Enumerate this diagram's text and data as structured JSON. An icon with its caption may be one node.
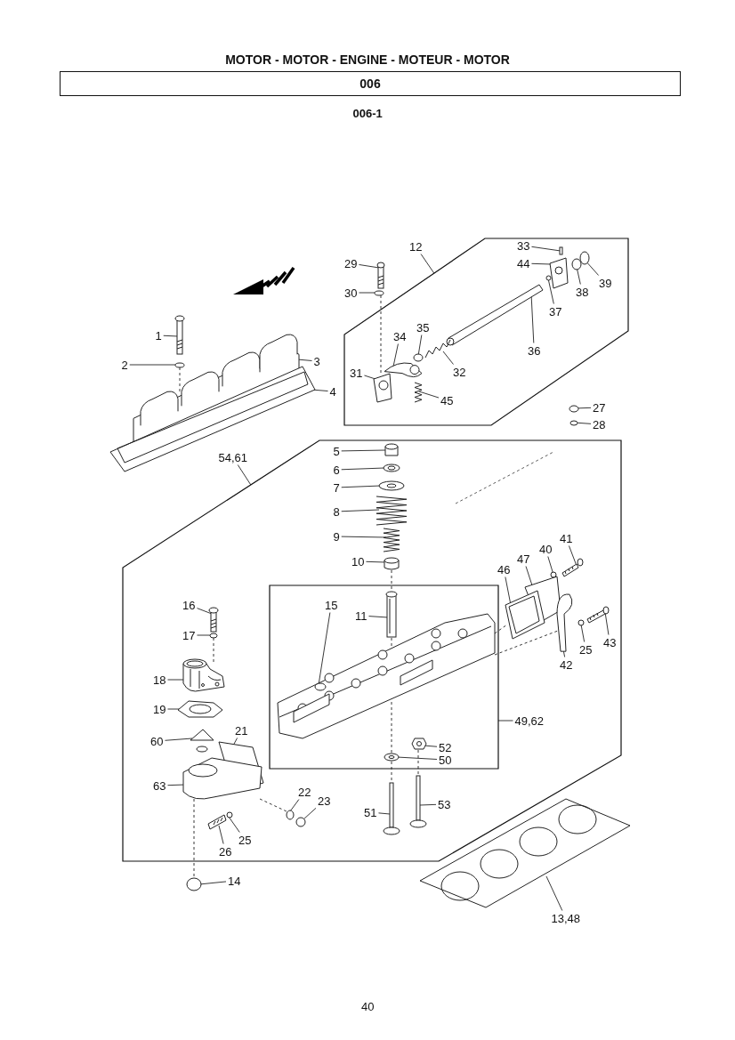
{
  "diagram": {
    "title": "MOTOR - MOTOR - ENGINE - MOTEUR - MOTOR",
    "nodes": [
      {
        "text": [
          "006"
        ]
      },
      {
        "text": [],
        "shape": "box"
      },
      {
        "text": [],
        "shape": "box"
      },
      {
        "text": [],
        "shape": "box",
        "in": 2
      },
      {
        "text": [
          "33"
        ],
        "in": 1
      },
      {
        "text": [
          "12"
        ]
      },
      {
        "text": [
          "29"
        ]
      },
      {
        "text": [
          "44"
        ],
        "in": 1
      },
      {
        "text": [
          "39"
        ],
        "in": 1
      },
      {
        "text": [
          "30"
        ]
      },
      {
        "text": [
          "38"
        ],
        "in": 1
      },
      {
        "text": [
          "37"
        ],
        "in": 1
      },
      {
        "text": [
          "36"
        ],
        "in": 1
      },
      {
        "text": [
          "35"
        ],
        "in": 1
      },
      {
        "text": [
          "1"
        ]
      },
      {
        "text": [
          "34"
        ],
        "in": 1
      },
      {
        "text": [
          "32"
        ],
        "in": 1
      },
      {
        "text": [
          "2"
        ]
      },
      {
        "text": [
          "3"
        ]
      },
      {
        "text": [
          "31"
        ],
        "in": 1
      },
      {
        "text": [
          "4"
        ]
      },
      {
        "text": [
          "45"
        ],
        "in": 1
      },
      {
        "text": [
          "27"
        ]
      },
      {
        "text": [
          "28"
        ]
      },
      {
        "text": [
          "5"
        ],
        "in": 2
      },
      {
        "text": [
          "54,61"
        ]
      },
      {
        "text": [
          "6"
        ],
        "in": 2
      },
      {
        "text": [
          "7"
        ],
        "in": 2
      },
      {
        "text": [
          "8"
        ],
        "in": 2
      },
      {
        "text": [
          "9"
        ],
        "in": 2
      },
      {
        "text": [
          "41"
        ],
        "in": 2
      },
      {
        "text": [
          "10"
        ],
        "in": 2
      },
      {
        "text": [
          "40"
        ],
        "in": 2
      },
      {
        "text": [
          "47"
        ],
        "in": 2
      },
      {
        "text": [
          "46"
        ],
        "in": 2
      },
      {
        "text": [
          "16"
        ],
        "in": 2
      },
      {
        "text": [
          "11"
        ],
        "in": 3
      },
      {
        "text": [
          "17"
        ],
        "in": 2
      },
      {
        "text": [
          "15"
        ],
        "in": 3
      },
      {
        "text": [
          "43"
        ],
        "in": 2
      },
      {
        "text": [
          "25"
        ],
        "in": 2
      },
      {
        "text": [
          "42"
        ],
        "in": 2
      },
      {
        "text": [
          "18"
        ],
        "in": 2
      },
      {
        "text": [
          "19"
        ],
        "in": 2
      },
      {
        "text": [
          "49,62"
        ],
        "in": 2
      },
      {
        "text": [
          "21"
        ],
        "in": 2
      },
      {
        "text": [
          "52"
        ],
        "in": 3
      },
      {
        "text": [
          "60"
        ],
        "in": 2
      },
      {
        "text": [
          "50"
        ],
        "in": 3
      },
      {
        "text": [
          "63"
        ],
        "in": 2
      },
      {
        "text": [
          "22"
        ],
        "in": 2
      },
      {
        "text": [
          "23"
        ],
        "in": 2
      },
      {
        "text": [
          "53"
        ],
        "in": 2
      },
      {
        "text": [
          "51"
        ],
        "in": 2
      },
      {
        "text": [
          "25"
        ],
        "in": 2
      },
      {
        "text": [
          "26"
        ],
        "in": 2
      },
      {
        "text": [
          "14"
        ]
      },
      {
        "text": [
          "13,48"
        ]
      },
      {
        "text": [],
        "shape": "picture"
      },
      {
        "text": [],
        "shape": "circle"
      },
      {
        "text": [],
        "shape": "picture"
      },
      {
        "text": [],
        "shape": "picture"
      },
      {
        "text": [],
        "shape": "picture"
      },
      {
        "text": [],
        "shape": "circle"
      },
      {
        "text": [],
        "shape": "box",
        "in": 1
      },
      {
        "text": [],
        "shape": "picture",
        "in": 1
      },
      {
        "text": [],
        "shape": "circle",
        "in": 1
      },
      {
        "text": [],
        "shape": "circle",
        "in": 1
      },
      {
        "text": [],
        "shape": "circle",
        "in": 1
      },
      {
        "text": [],
        "shape": "picture",
        "in": 1
      },
      {
        "text": [],
        "shape": "circle",
        "in": 1
      },
      {
        "text": [],
        "shape": "picture",
        "in": 1
      },
      {
        "text": [],
        "shape": "picture",
        "in": 1
      },
      {
        "text": [],
        "shape": "picture",
        "in": 1
      },
      {
        "text": [],
        "shape": "picture",
        "in": 1
      },
      {
        "text": [],
        "shape": "circle"
      },
      {
        "text": [],
        "shape": "circle"
      },
      {
        "text": [],
        "shape": "picture",
        "in": 2
      },
      {
        "text": [],
        "shape": "picture",
        "in": 2
      },
      {
        "text": [],
        "shape": "picture",
        "in": 2
      },
      {
        "text": [],
        "shape": "picture",
        "in": 2
      },
      {
        "text": [],
        "shape": "picture",
        "in": 2
      },
      {
        "text": [],
        "shape": "picture",
        "in": 2
      },
      {
        "text": [],
        "shape": "picture",
        "in": 2
      },
      {
        "text": [],
        "shape": "circle",
        "in": 2
      },
      {
        "text": [],
        "shape": "picture",
        "in": 2
      },
      {
        "text": [],
        "shape": "picture",
        "in": 2
      },
      {
        "text": [],
        "shape": "picture",
        "in": 2
      },
      {
        "text": [],
        "shape": "picture",
        "in": 3
      },
      {
        "text": [],
        "shape": "circle",
        "in": 2
      },
      {
        "text": [],
        "shape": "picture",
        "in": 3
      },
      {
        "text": [],
        "shape": "circle",
        "in": 90
      },
      {
        "text": [],
        "shape": "picture",
        "in": 2
      },
      {
        "text": [],
        "shape": "circle",
        "in": 2
      },
      {
        "text": [],
        "shape": "picture",
        "in": 2
      },
      {
        "text": [],
        "shape": "picture",
        "in": 2
      },
      {
        "text": [],
        "shape": "picture",
        "in": 2
      },
      {
        "text": [],
        "shape": "picture",
        "in": 2
      },
      {
        "text": [],
        "shape": "picture",
        "in": 3
      },
      {
        "text": [],
        "shape": "picture",
        "in": 2
      },
      {
        "text": [],
        "shape": "picture",
        "in": 3
      },
      {
        "text": [],
        "shape": "picture",
        "in": 2
      },
      {
        "text": [],
        "shape": "circle",
        "in": 2
      },
      {
        "text": [],
        "shape": "circle",
        "in": 2
      },
      {
        "text": [],
        "shape": "picture",
        "in": 2
      },
      {
        "text": [],
        "shape": "picture",
        "in": 2
      },
      {
        "text": [],
        "shape": "circle",
        "in": 2
      },
      {
        "text": [],
        "shape": "picture",
        "in": 2
      },
      {
        "text": [],
        "shape": "circle"
      },
      {
        "text": [],
        "shape": "picture"
      }
    ],
    "edges": [
      {
        "from": 4,
        "to": 64,
        "arrow": "none"
      },
      {
        "from": 5,
        "to": 1,
        "arrow": "none"
      },
      {
        "from": 6,
        "to": 62,
        "arrow": "none"
      },
      {
        "from": 7,
        "to": 65,
        "arrow": "none"
      },
      {
        "from": 8,
        "to": 66,
        "arrow": "none"
      },
      {
        "from": 9,
        "to": 63,
        "arrow": "none"
      },
      {
        "from": 10,
        "to": 67,
        "arrow": "none"
      },
      {
        "from": 11,
        "to": 68,
        "arrow": "none"
      },
      {
        "from": 12,
        "to": 69,
        "arrow": "none"
      },
      {
        "from": 13,
        "to": 70,
        "arrow": "none"
      },
      {
        "from": 14,
        "to": 58,
        "arrow": "none"
      },
      {
        "from": 15,
        "to": 71,
        "arrow": "none"
      },
      {
        "from": 16,
        "to": 72,
        "arrow": "none"
      },
      {
        "from": 17,
        "to": 59,
        "arrow": "none"
      },
      {
        "from": 18,
        "to": 60,
        "arrow": "none"
      },
      {
        "from": 19,
        "to": 73,
        "arrow": "none"
      },
      {
        "from": 20,
        "to": 61,
        "arrow": "none"
      },
      {
        "from": 21,
        "to": 74,
        "arrow": "none"
      },
      {
        "from": 22,
        "to": 75,
        "arrow": "none"
      },
      {
        "from": 23,
        "to": 76,
        "arrow": "none"
      },
      {
        "from": 24,
        "to": 77,
        "arrow": "none"
      },
      {
        "from": 25,
        "to": 2,
        "arrow": "none"
      },
      {
        "from": 26,
        "to": 78,
        "arrow": "none"
      },
      {
        "from": 27,
        "to": 79,
        "arrow": "none"
      },
      {
        "from": 28,
        "to": 80,
        "arrow": "none"
      },
      {
        "from": 29,
        "to": 81,
        "arrow": "none"
      },
      {
        "from": 30,
        "to": 83,
        "arrow": "none"
      },
      {
        "from": 31,
        "to": 82,
        "arrow": "none"
      },
      {
        "from": 32,
        "to": 84,
        "arrow": "none"
      },
      {
        "from": 33,
        "to": 85,
        "arrow": "none"
      },
      {
        "from": 34,
        "to": 86,
        "arrow": "none"
      },
      {
        "from": 35,
        "to": 87,
        "arrow": "none"
      },
      {
        "from": 36,
        "to": 88,
        "arrow": "none"
      },
      {
        "from": 37,
        "to": 89,
        "arrow": "none"
      },
      {
        "from": 38,
        "to": 91,
        "arrow": "none"
      },
      {
        "from": 39,
        "to": 92,
        "arrow": "none"
      },
      {
        "from": 40,
        "to": 93,
        "arrow": "none"
      },
      {
        "from": 41,
        "to": 94,
        "arrow": "none"
      },
      {
        "from": 42,
        "to": 95,
        "arrow": "none"
      },
      {
        "from": 43,
        "to": 96,
        "arrow": "none"
      },
      {
        "from": 44,
        "to": 3,
        "arrow": "none"
      },
      {
        "from": 45,
        "to": 97,
        "arrow": "none"
      },
      {
        "from": 46,
        "to": 98,
        "arrow": "none"
      },
      {
        "from": 47,
        "to": 99,
        "arrow": "none"
      },
      {
        "from": 48,
        "to": 100,
        "arrow": "none"
      },
      {
        "from": 49,
        "to": 101,
        "arrow": "none"
      },
      {
        "from": 50,
        "to": 102,
        "arrow": "none"
      },
      {
        "from": 51,
        "to": 103,
        "arrow": "none"
      },
      {
        "from": 52,
        "to": 104,
        "arrow": "none"
      },
      {
        "from": 53,
        "to": 105,
        "arrow": "none"
      },
      {
        "from": 54,
        "to": 106,
        "arrow": "none"
      },
      {
        "from": 55,
        "to": 107,
        "arrow": "none"
      },
      {
        "from": 56,
        "to": 108,
        "arrow": "none"
      },
      {
        "from": 57,
        "to": 109,
        "arrow": "none"
      },
      {
        "from": 59,
        "to": 60,
        "arrow": "none",
        "style": "dashed"
      },
      {
        "from": 63,
        "to": 73,
        "arrow": "none",
        "style": "dashed"
      },
      {
        "from": 82,
        "to": 88,
        "arrow": "none",
        "style": "dashed"
      },
      {
        "from": 88,
        "to": 100,
        "arrow": "none",
        "style": "dashed"
      },
      {
        "from": 100,
        "to": 105,
        "arrow": "none",
        "style": "dashed"
      },
      {
        "from": 98,
        "to": 104,
        "arrow": "none",
        "style": "dashed"
      },
      {
        "from": 89,
        "to": 95,
        "arrow": "none",
        "style": "dashed"
      },
      {
        "from": 101,
        "to": 108,
        "arrow": "none",
        "style": "dashed"
      },
      {
        "from": 101,
        "to": 102,
        "arrow": "none",
        "style": "dashed"
      },
      {
        "from": 90,
        "to": 86,
        "arrow": "none",
        "style": "dashed"
      },
      {
        "from": 90,
        "to": 94,
        "arrow": "none",
        "style": "dashed"
      }
    ],
    "labels": [
      "006-1",
      "40"
    ]
  }
}
